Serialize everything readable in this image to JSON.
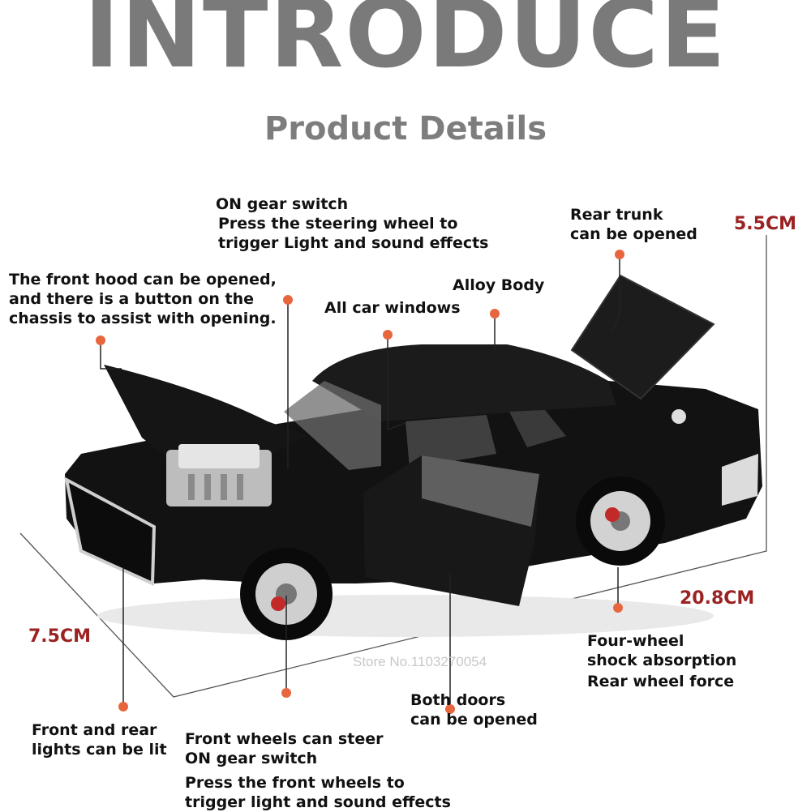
{
  "header": {
    "title": "INTRODUCE",
    "subtitle": "Product Details"
  },
  "callouts": {
    "on_gear": [
      "ON gear switch",
      "Press the steering wheel to",
      "trigger Light and sound effects"
    ],
    "hood": [
      "The front hood can be opened,",
      "and there is a button on the",
      "chassis to assist with opening."
    ],
    "alloy_body": "Alloy Body",
    "windows": "All car windows",
    "trunk": [
      "Rear trunk",
      "can be opened"
    ],
    "lights": [
      "Front and rear",
      "lights can be lit"
    ],
    "front_wheels": [
      "Front wheels can steer",
      "ON gear switch",
      "Press the front wheels to",
      "trigger light and sound effects"
    ],
    "doors": [
      "Both doors",
      "can be opened"
    ],
    "suspension": [
      "Four-wheel",
      "shock absorption",
      "Rear wheel force"
    ]
  },
  "dimensions": {
    "height": "5.5CM",
    "length": "20.8CM",
    "width": "7.5CM"
  },
  "watermark": "Store No.1103270054",
  "colors": {
    "heading": "#7a7a7a",
    "dimension": "#9b2222",
    "marker": "#e8663d",
    "car_body": "#121212"
  }
}
